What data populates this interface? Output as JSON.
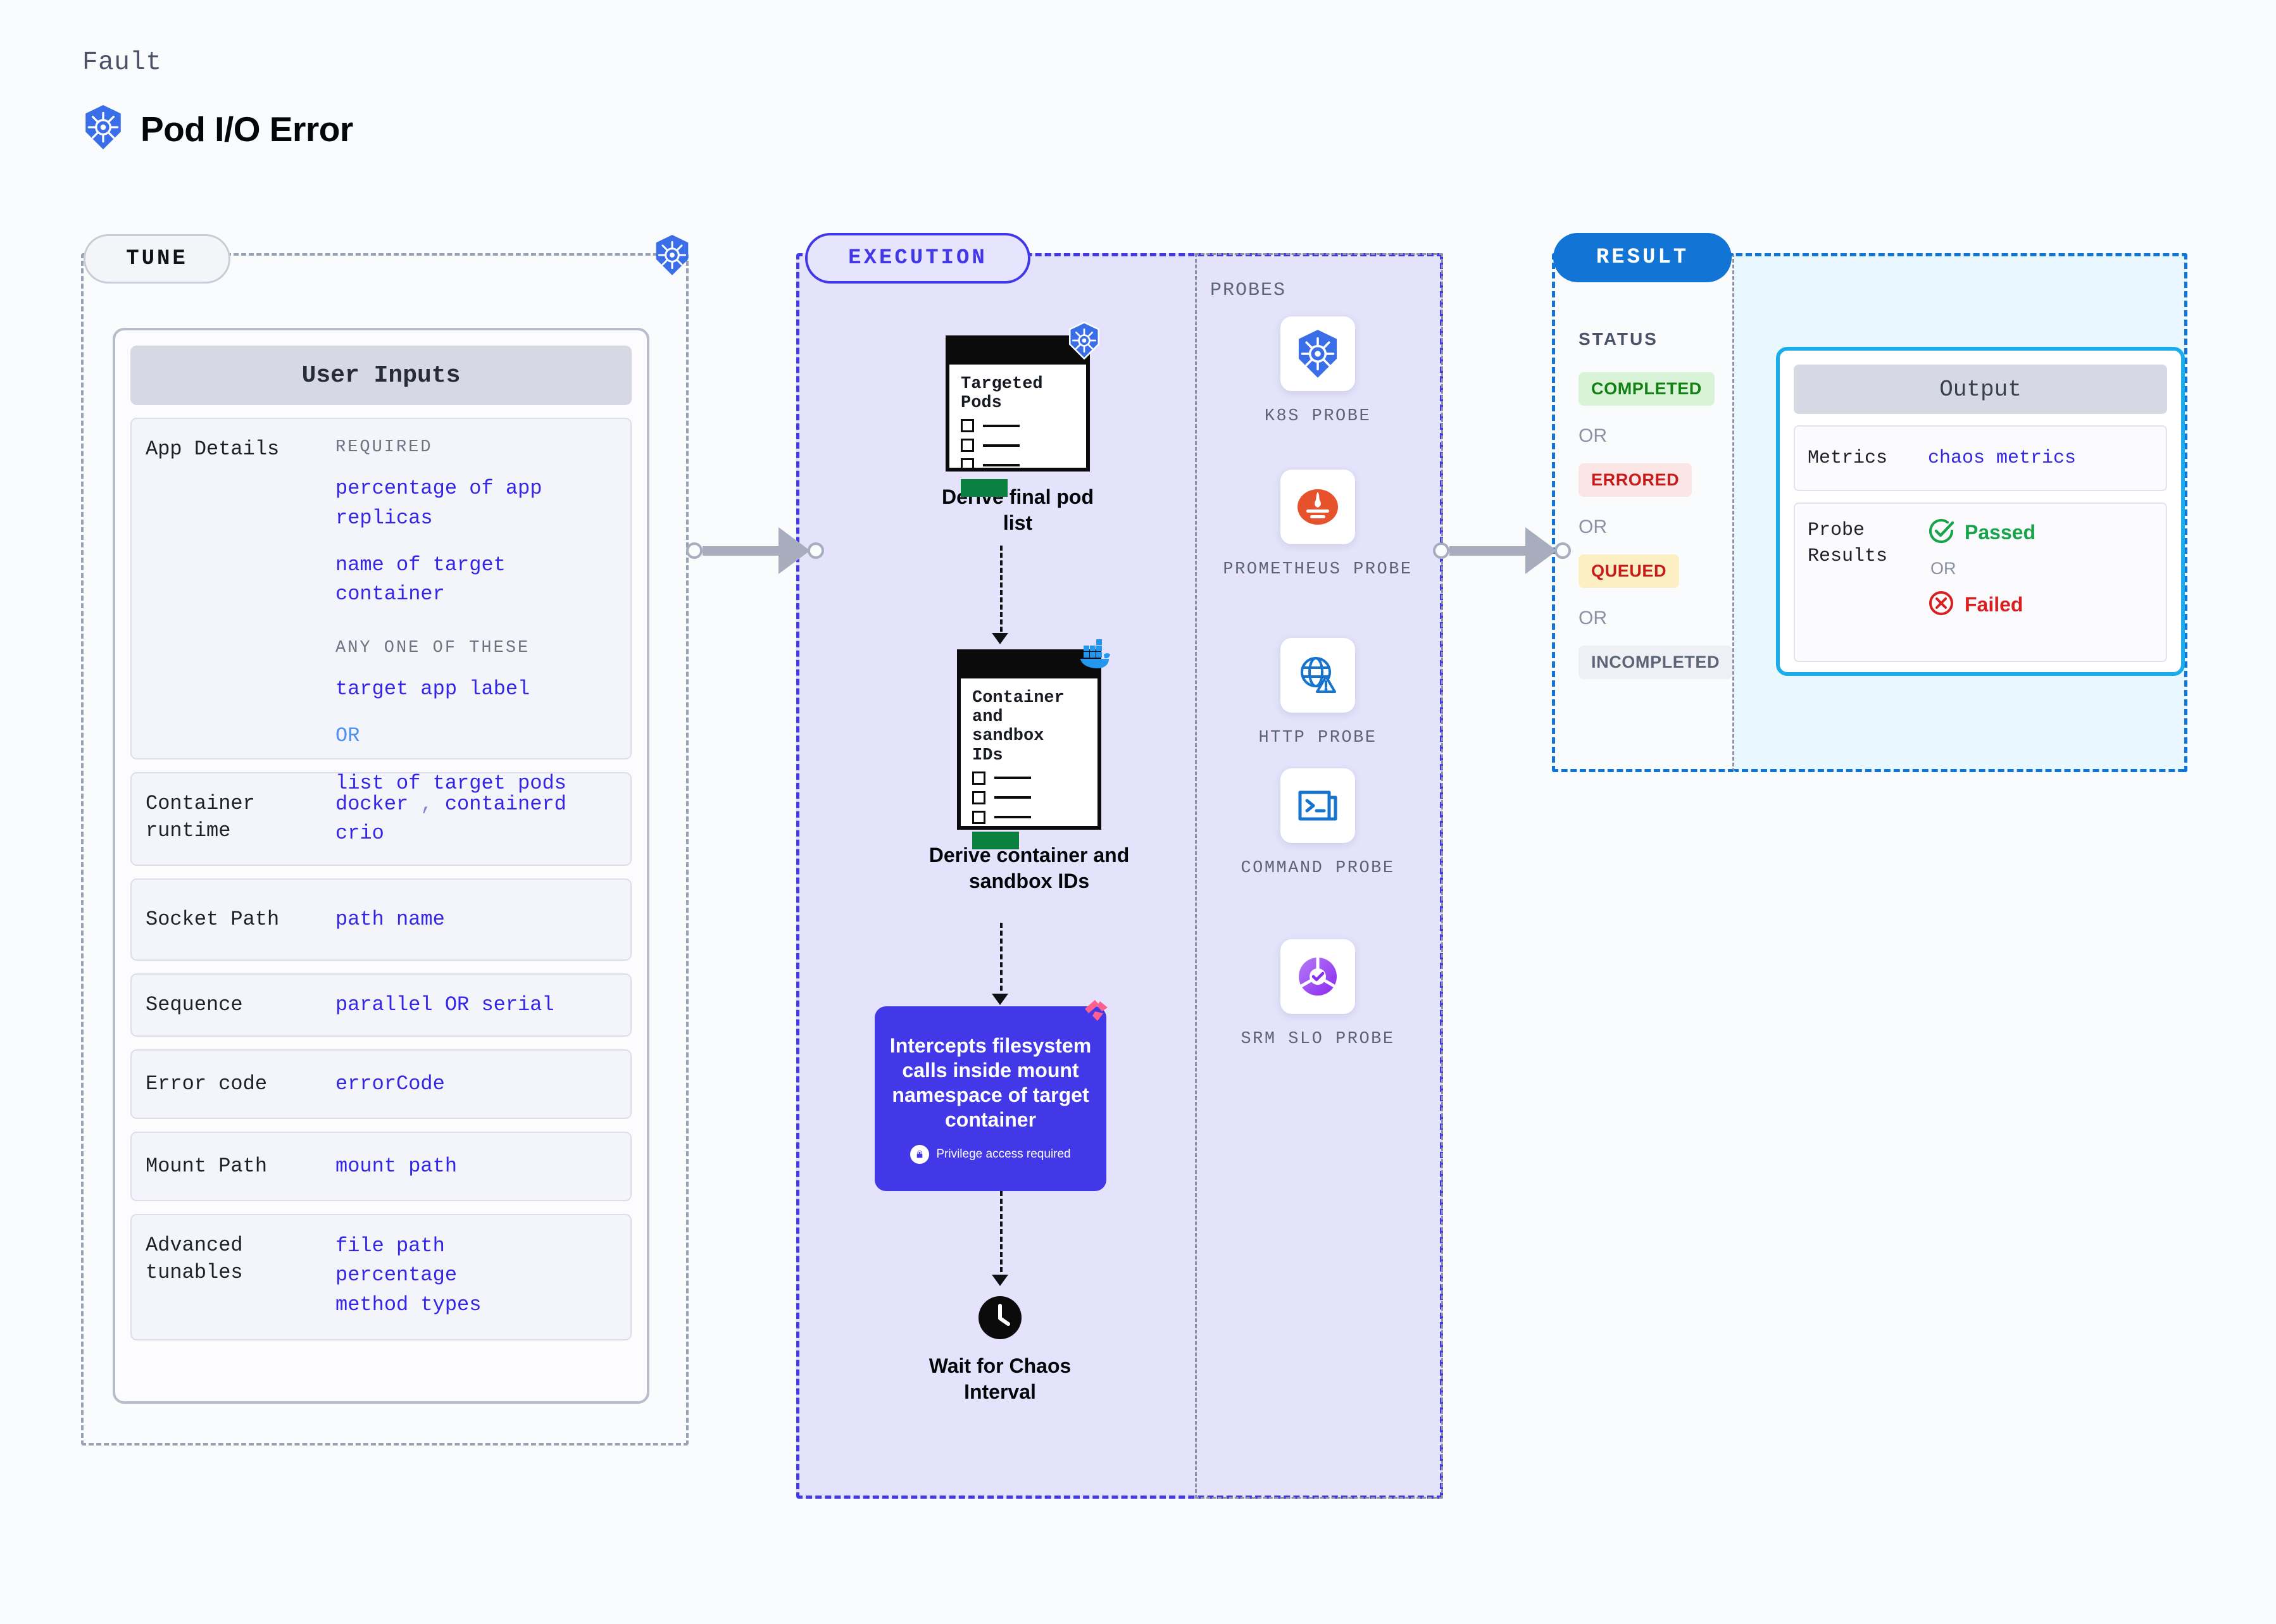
{
  "header": {
    "kicker": "Fault",
    "title": "Pod I/O Error",
    "icon": "kubernetes-icon"
  },
  "tune": {
    "pill": "TUNE",
    "badge_icon": "kubernetes-icon",
    "card_title": "User Inputs",
    "rows": [
      {
        "label": "App Details",
        "groups": [
          {
            "subhead": "REQUIRED",
            "values": [
              "percentage of app replicas",
              "name of target container"
            ]
          },
          {
            "subhead": "ANY ONE OF THESE",
            "values": [
              "target app label",
              "OR",
              "list of target pods"
            ]
          }
        ]
      },
      {
        "label": "Container runtime",
        "values": [
          "docker , containerd",
          "crio"
        ]
      },
      {
        "label": "Socket Path",
        "values": [
          "path name"
        ]
      },
      {
        "label": "Sequence",
        "values": [
          "parallel OR serial"
        ]
      },
      {
        "label": "Error code",
        "values": [
          "errorCode"
        ]
      },
      {
        "label": "Mount Path",
        "values": [
          "mount path"
        ]
      },
      {
        "label": "Advanced tunables",
        "values": [
          "file path",
          "percentage",
          "method types"
        ]
      }
    ]
  },
  "execution": {
    "pill": "EXECUTION",
    "nodes": [
      {
        "doc_title": "Targeted Pods",
        "caption": "Derive final pod list",
        "badge_icon": "kubernetes-icon"
      },
      {
        "doc_title": "Container and sandbox IDs",
        "caption": "Derive container and sandbox IDs",
        "badge_icon": "docker-icon"
      }
    ],
    "action": {
      "text": "Intercepts filesystem calls inside mount namespace of target container",
      "note": "Privilege access required",
      "note_icon": "lock-icon",
      "corner_icon": "litmus-icon",
      "color": "#4338E8"
    },
    "wait": {
      "caption": "Wait for Chaos Interval",
      "icon": "clock-icon"
    }
  },
  "probes": {
    "label": "PROBES",
    "items": [
      {
        "name": "K8S PROBE",
        "icon": "kubernetes-icon"
      },
      {
        "name": "PROMETHEUS PROBE",
        "icon": "prometheus-icon"
      },
      {
        "name": "HTTP PROBE",
        "icon": "globe-warning-icon"
      },
      {
        "name": "COMMAND PROBE",
        "icon": "terminal-icon"
      },
      {
        "name": "SRM SLO PROBE",
        "icon": "srm-slo-icon"
      }
    ]
  },
  "result": {
    "pill": "RESULT",
    "status_label": "STATUS",
    "or_text": "OR",
    "statuses": [
      {
        "text": "COMPLETED",
        "bg": "#D8F3D8",
        "fg": "#128012"
      },
      {
        "text": "ERRORED",
        "bg": "#FBE5E5",
        "fg": "#C91A1A"
      },
      {
        "text": "QUEUED",
        "bg": "#FCEFC4",
        "fg": "#C91A1A"
      },
      {
        "text": "INCOMPLETED",
        "bg": "#EFF0F5",
        "fg": "#5D6475"
      }
    ],
    "output": {
      "title": "Output",
      "metrics_label": "Metrics",
      "metrics_value": "chaos metrics",
      "probe_label": "Probe Results",
      "passed": "Passed",
      "failed": "Failed",
      "or_text": "OR",
      "passed_color": "#16A34A",
      "failed_color": "#D81E1E"
    }
  }
}
